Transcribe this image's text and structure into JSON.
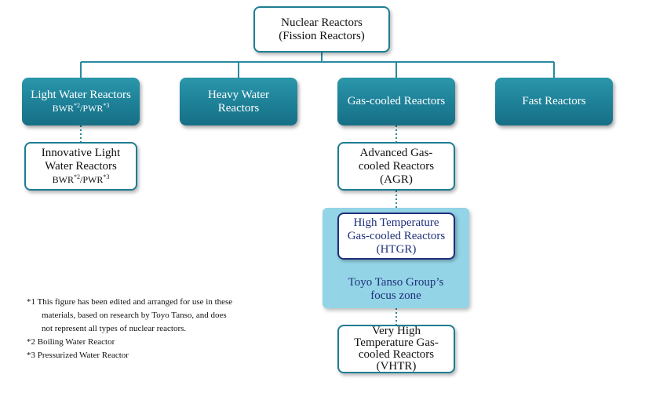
{
  "root": {
    "line1": "Nuclear Reactors",
    "line2": "(Fission Reactors)"
  },
  "categories": {
    "lwr": {
      "line1": "Light Water Reactors",
      "line2": "BWR",
      "sup1": "*2",
      "mid": "/PWR",
      "sup2": "*3"
    },
    "hwr": {
      "line1": "Heavy Water",
      "line2": "Reactors"
    },
    "gcr": {
      "line1": "Gas-cooled Reactors"
    },
    "fast": {
      "line1": "Fast Reactors"
    }
  },
  "innovative": {
    "line1": "Innovative Light",
    "line2": "Water Reactors",
    "line3": "BWR",
    "sup1": "*2",
    "mid": "/PWR",
    "sup2": "*3"
  },
  "agr": {
    "line1": "Advanced Gas-",
    "line2": "cooled Reactors",
    "line3": "(AGR)"
  },
  "htgr": {
    "line1": "High Temperature",
    "line2": "Gas-cooled Reactors",
    "line3": "(HTGR)"
  },
  "focus_zone": {
    "line1": "Toyo Tanso Group’s",
    "line2": "focus zone"
  },
  "vhtr": {
    "line1": "Very High",
    "line2": "Temperature Gas-",
    "line3": "cooled Reactors",
    "line4": "(VHTR)"
  },
  "notes": {
    "n1_line1": "*1 This figure has been edited and arranged for use in these",
    "n1_line2": "materials, based on research by Toyo Tanso, and does",
    "n1_line3": "not represent all types of nuclear reactors.",
    "n2": "*2 Boiling  Water Reactor",
    "n3": "*3 Pressurized Water Reactor"
  },
  "colors": {
    "teal": "#1c7e95",
    "connector": "#2a8aa0",
    "zone": "#93d4e6",
    "htgr_border": "#1f2f7a"
  }
}
